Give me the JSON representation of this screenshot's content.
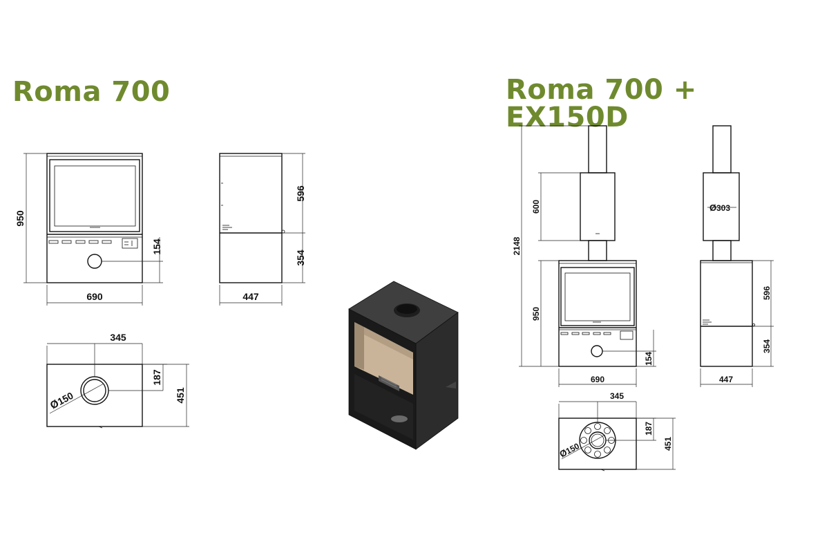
{
  "titles": {
    "left": "Roma 700",
    "right": "Roma 700 + EX150D"
  },
  "colors": {
    "title": "#6f8a2e",
    "lines": "#111111",
    "stove_body": "#4a4a4a"
  },
  "roma700": {
    "front": {
      "height": "950",
      "width": "690",
      "outlet_height": "154"
    },
    "side": {
      "upper": "596",
      "lower": "354",
      "depth": "447"
    },
    "top": {
      "offset_x": "345",
      "offset_y": "187",
      "depth": "451",
      "diameter": "150",
      "diameter_symbol": "Ø"
    }
  },
  "roma700_ex150d": {
    "front": {
      "total_height": "2148",
      "ex_height": "600",
      "height": "950",
      "width": "690",
      "outlet_height": "154"
    },
    "side": {
      "upper": "596",
      "lower": "354",
      "depth": "447",
      "pipe_diameter": "303"
    },
    "top": {
      "offset_x": "345",
      "offset_y": "187",
      "depth": "451",
      "diameter": "150"
    }
  }
}
